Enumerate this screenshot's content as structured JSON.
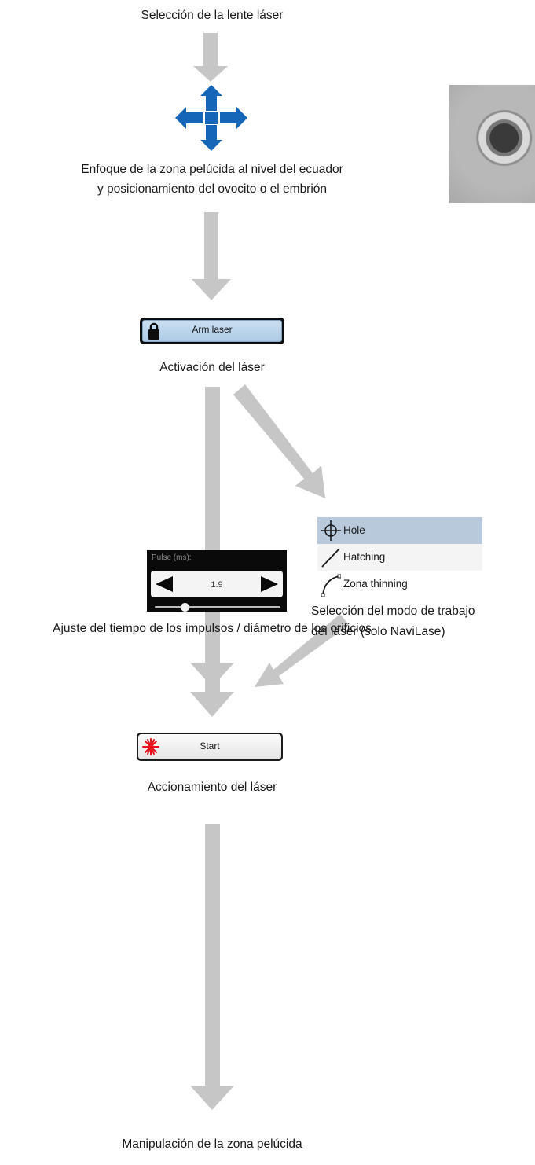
{
  "steps": {
    "lens": "Selección de la lente láser",
    "focus_line1": "Enfoque de la zona pelúcida al nivel del ecuador",
    "focus_line2": "y posicionamiento del ovocito o el embrión",
    "activation": "Activación del láser",
    "mode_line1": "Selección del modo de trabajo",
    "mode_line2": "del láser (solo NaviLase)",
    "pulse": "Ajuste del tiempo de los impulsos / diámetro de los orificios",
    "fire": "Accionamiento del láser",
    "manipulation": "Manipulación de la zona pelúcida"
  },
  "arm_button": {
    "label": "Arm laser",
    "icon": "lock-icon"
  },
  "mode_menu": {
    "items": [
      {
        "label": "Hole",
        "icon": "crosshair-icon",
        "selected": true
      },
      {
        "label": "Hatching",
        "icon": "line-icon",
        "selected": false
      },
      {
        "label": "Zona thinning",
        "icon": "curve-icon",
        "selected": false
      }
    ]
  },
  "pulse_control": {
    "caption": "Pulse (ms):",
    "value": "1.9",
    "slider_fraction": 0.24
  },
  "start_button": {
    "label": "Start",
    "icon": "laser-burst-icon"
  },
  "colors": {
    "arrow": "#c6c6c6",
    "move_icon": "#1565b8",
    "selected_mode": "#b9c9dc",
    "laser": "#e8101a"
  }
}
